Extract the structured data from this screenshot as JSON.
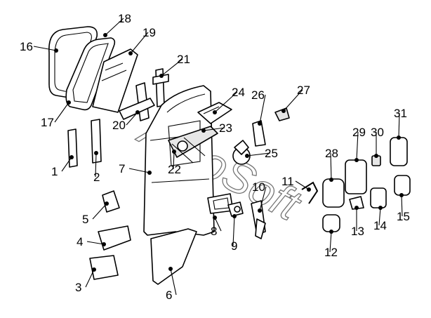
{
  "diagram": {
    "watermark": "AutoSoft",
    "callouts": [
      "1",
      "2",
      "3",
      "4",
      "5",
      "6",
      "7",
      "8",
      "9",
      "10",
      "11",
      "12",
      "13",
      "14",
      "15",
      "16",
      "17",
      "18",
      "19",
      "20",
      "21",
      "22",
      "23",
      "24",
      "25",
      "26",
      "27",
      "28",
      "29",
      "30",
      "31"
    ]
  }
}
